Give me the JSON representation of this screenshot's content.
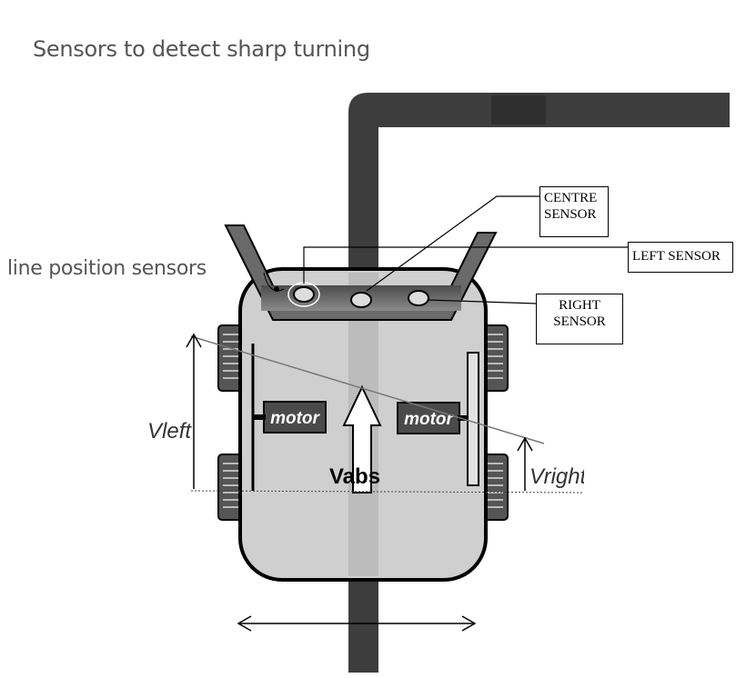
{
  "title": "Sensors to detect sharp turning",
  "side_label": "line position sensors",
  "sensor_labels": {
    "centre": [
      "CENTRE",
      "SENSOR"
    ],
    "left": "LEFT SENSOR",
    "right": [
      "RIGHT",
      "SENSOR"
    ]
  },
  "motor_left": "motor",
  "motor_right": "motor",
  "vabs": "Vabs",
  "vleft": "Vleft",
  "vright": "Vright",
  "colors": {
    "track": "#3d3d3d",
    "body_fill": "#cfcfcf",
    "outline": "#000000",
    "sensor_bar": "#6a6a6a"
  }
}
